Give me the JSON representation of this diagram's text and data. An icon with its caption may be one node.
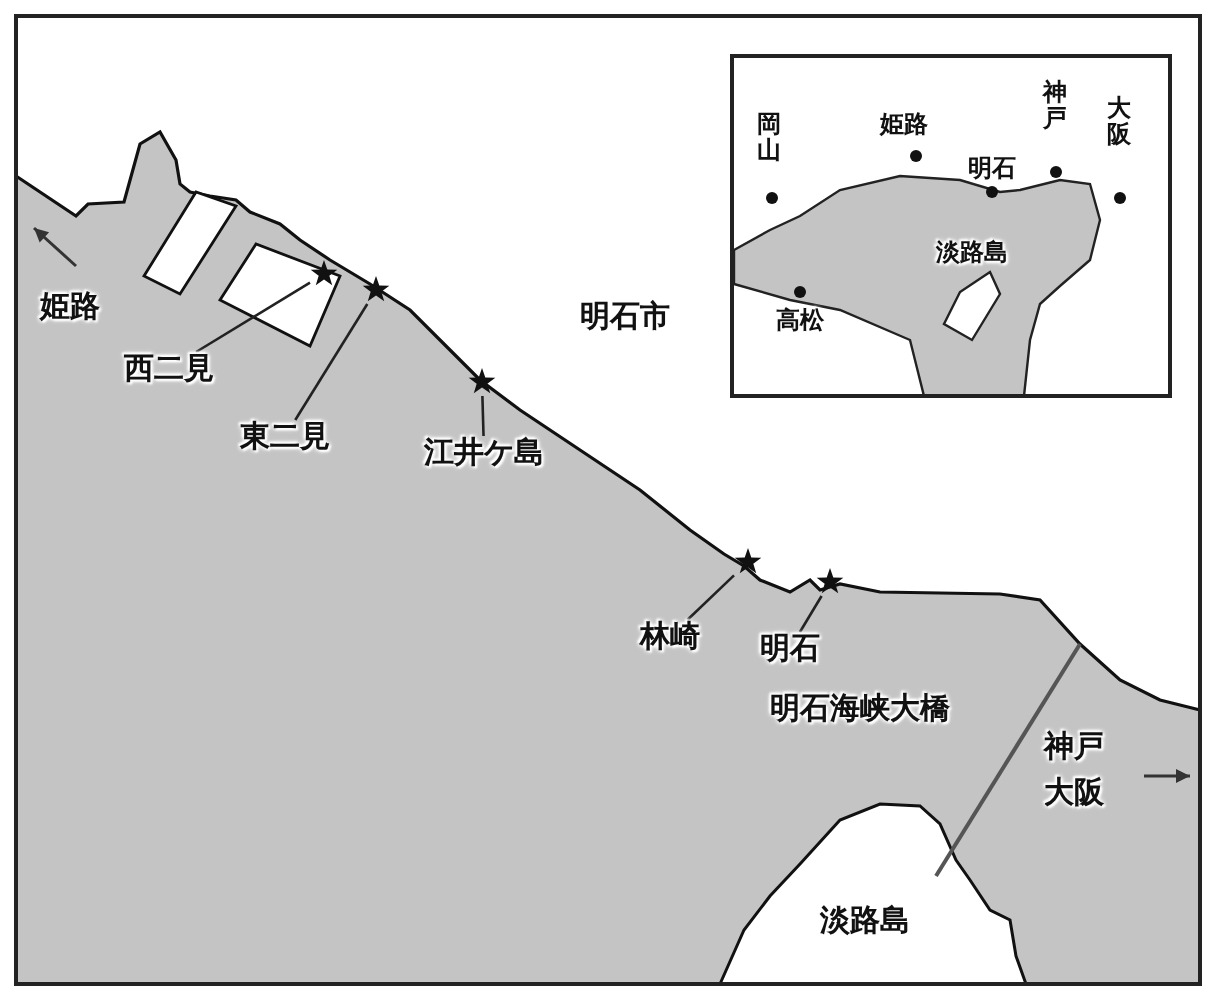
{
  "diagram": {
    "nodes": [
      {
        "text": [
          "西二見"
        ]
      },
      {
        "text": [],
        "shape": "star"
      },
      {
        "text": [
          "東二見"
        ]
      },
      {
        "text": [],
        "shape": "star"
      },
      {
        "text": [
          "江井ケ島"
        ]
      },
      {
        "text": [],
        "shape": "star"
      },
      {
        "text": [
          "林崎"
        ]
      },
      {
        "text": [],
        "shape": "star"
      },
      {
        "text": [
          "明石"
        ]
      },
      {
        "text": [],
        "shape": "star"
      }
    ],
    "edges": [
      {
        "from": 0,
        "to": 1,
        "arrow": "none"
      },
      {
        "from": 2,
        "to": 3,
        "arrow": "none"
      },
      {
        "from": 4,
        "to": 5,
        "arrow": "none"
      },
      {
        "from": 6,
        "to": 7,
        "arrow": "none"
      },
      {
        "from": 8,
        "to": 9,
        "arrow": "none"
      }
    ],
    "labels": [
      "姫路",
      "明石市",
      "明石海峡大橋",
      "神戸",
      "大阪",
      "淡路島",
      "岡山",
      "姫路",
      "神戸",
      "大阪",
      "明石",
      "淡路島",
      "高松"
    ]
  }
}
